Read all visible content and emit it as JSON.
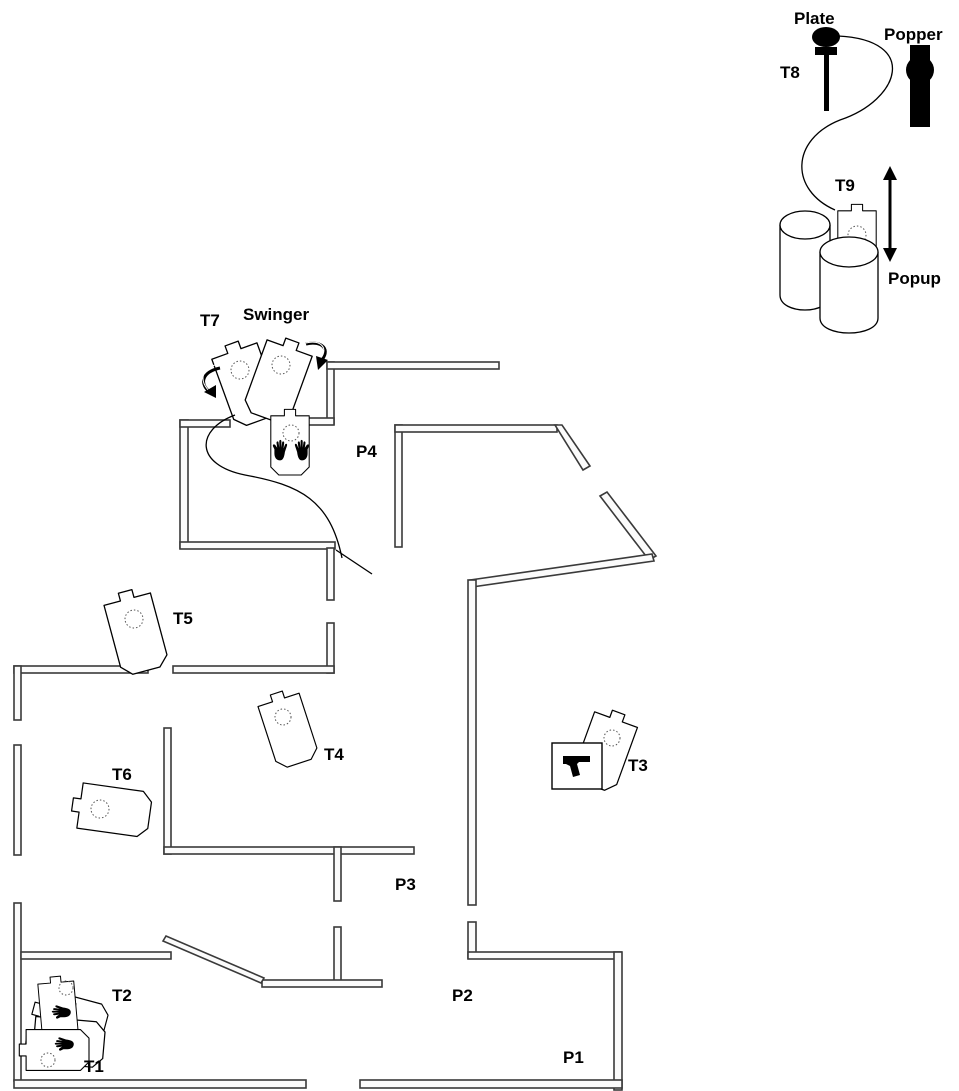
{
  "labels": {
    "plate": "Plate",
    "popper": "Popper",
    "t8": "T8",
    "t9": "T9",
    "popup": "Popup",
    "t7": "T7",
    "swinger": "Swinger",
    "p4": "P4",
    "t5": "T5",
    "t4": "T4",
    "t3": "T3",
    "t6": "T6",
    "p3": "P3",
    "t2": "T2",
    "p2": "P2",
    "t1": "T1",
    "p1": "P1"
  },
  "icons": {
    "hands": "no-shoot-hands-icon",
    "pistol": "pistol-icon",
    "rotation": "rotation-arrow-icon",
    "vertical": "up-down-arrow-icon"
  },
  "colors": {
    "ink": "#000000",
    "paper": "#ffffff",
    "wall": "#3a3a3a"
  }
}
